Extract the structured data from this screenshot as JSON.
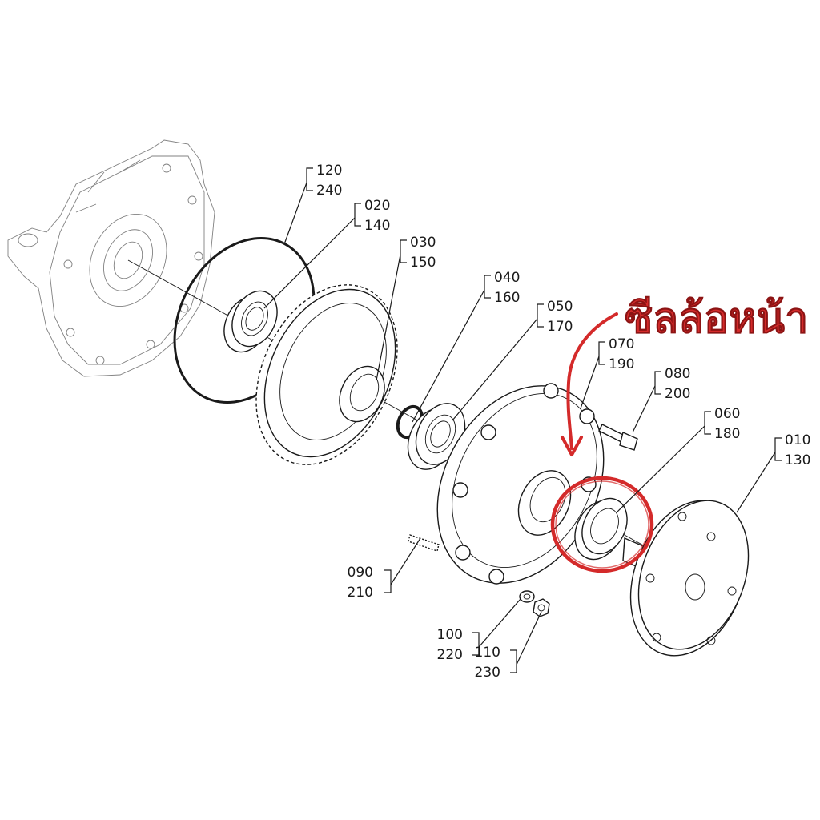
{
  "diagram": {
    "callout_text": "ซีลล้อหน้า",
    "highlight_color": "#d42a2a",
    "parts": [
      {
        "id": "010",
        "alt": "130"
      },
      {
        "id": "020",
        "alt": "140"
      },
      {
        "id": "030",
        "alt": "150"
      },
      {
        "id": "040",
        "alt": "160"
      },
      {
        "id": "050",
        "alt": "170"
      },
      {
        "id": "060",
        "alt": "180"
      },
      {
        "id": "070",
        "alt": "190"
      },
      {
        "id": "080",
        "alt": "200"
      },
      {
        "id": "090",
        "alt": "210"
      },
      {
        "id": "100",
        "alt": "220"
      },
      {
        "id": "110",
        "alt": "230"
      },
      {
        "id": "120",
        "alt": "240"
      }
    ],
    "highlighted_part": "060"
  }
}
